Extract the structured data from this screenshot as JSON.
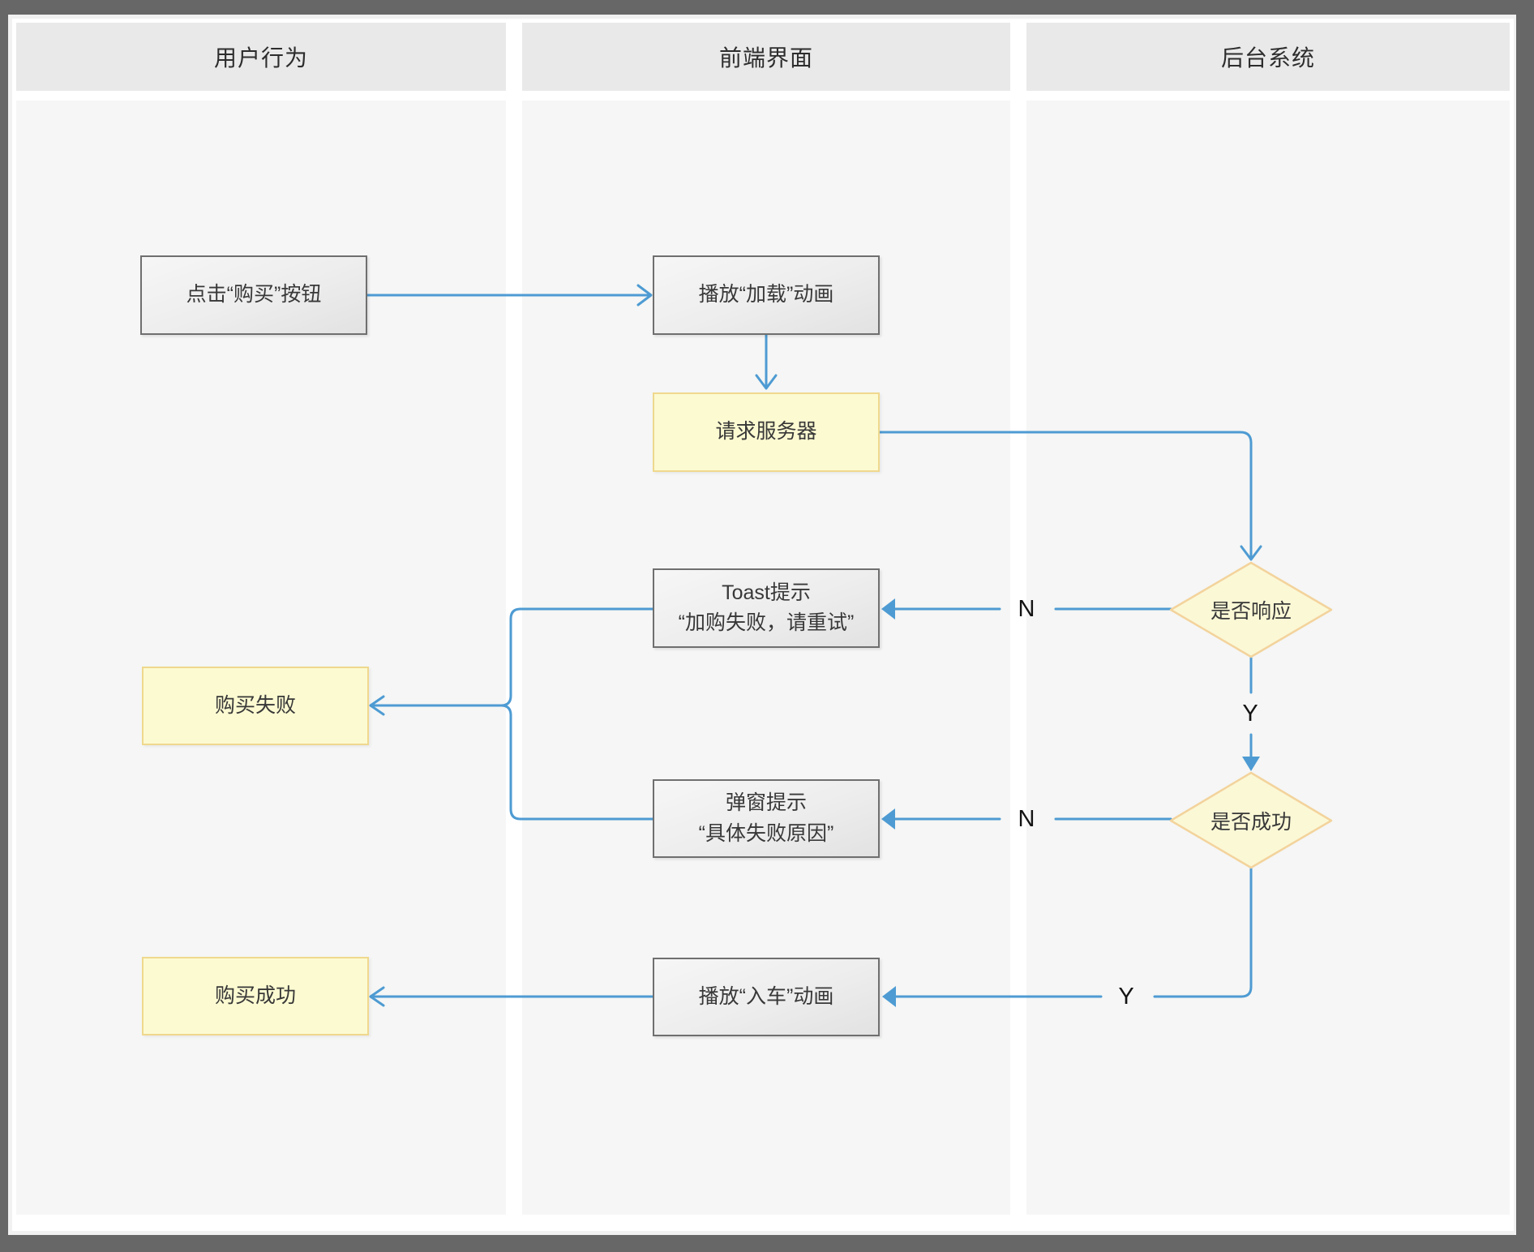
{
  "lanes": [
    {
      "label": "用户行为"
    },
    {
      "label": "前端界面"
    },
    {
      "label": "后台系统"
    }
  ],
  "nodes": {
    "click_buy": {
      "label": "点击“购买”按钮"
    },
    "play_loading": {
      "label": "播放“加载”动画"
    },
    "request_server": {
      "label": "请求服务器"
    },
    "is_responded": {
      "label": "是否响应"
    },
    "toast": {
      "line1": "Toast提示",
      "line2": "“加购失败，请重试”"
    },
    "buy_fail": {
      "label": "购买失败"
    },
    "popup": {
      "line1": "弹窗提示",
      "line2": "“具体失败原因”"
    },
    "is_success": {
      "label": "是否成功"
    },
    "play_incart": {
      "label": "播放“入车”动画"
    },
    "buy_success": {
      "label": "购买成功"
    }
  },
  "edge_labels": {
    "responded_no": "N",
    "responded_yes": "Y",
    "success_no": "N",
    "success_yes": "Y"
  },
  "colors": {
    "connector_blue": "#4E9BD3",
    "gray_node_border": "#6F6F6F",
    "yellow_node_fill": "#FCFAD1",
    "yellow_node_border": "#EFD88E",
    "diamond_fill": "#FBF8D6",
    "diamond_border": "#F3D39C",
    "lane_header_bg": "#E9E9E9",
    "lane_body_bg": "#F5F6F5",
    "frame": "#676767"
  }
}
